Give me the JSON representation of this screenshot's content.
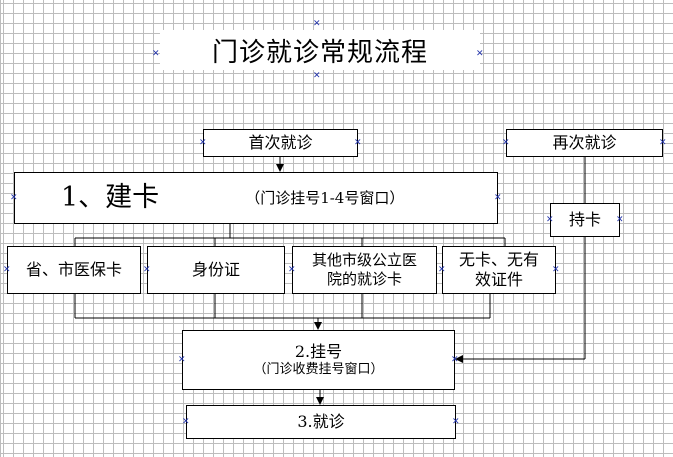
{
  "diagram": {
    "title": "门诊就诊常规流程",
    "nodes": {
      "first_visit": "首次就诊",
      "revisit": "再次就诊",
      "build_card_main": "1、建卡",
      "build_card_note": "（门诊挂号1-4号窗口）",
      "hold_card": "持卡",
      "provincial_card": "省、市医保卡",
      "id_card": "身份证",
      "other_card_line1": "其他市级公立医",
      "other_card_line2": "院的就诊卡",
      "no_card_line1": "无卡、无有",
      "no_card_line2": "效证件",
      "register_main": "2.挂号",
      "register_note": "（门诊收费挂号窗口）",
      "consult": "3.就诊"
    },
    "edges": [
      {
        "from": "first_visit",
        "to": "build_card_main"
      },
      {
        "from": "build_card_main",
        "to": "provincial_card"
      },
      {
        "from": "build_card_main",
        "to": "id_card"
      },
      {
        "from": "build_card_main",
        "to": "other_card_line1"
      },
      {
        "from": "build_card_main",
        "to": "no_card_line1"
      },
      {
        "from": "provincial_card",
        "to": "register_main"
      },
      {
        "from": "id_card",
        "to": "register_main"
      },
      {
        "from": "other_card_line1",
        "to": "register_main"
      },
      {
        "from": "no_card_line1",
        "to": "register_main"
      },
      {
        "from": "revisit",
        "to": "hold_card"
      },
      {
        "from": "hold_card",
        "to": "register_main"
      },
      {
        "from": "register_main",
        "to": "consult"
      }
    ]
  }
}
